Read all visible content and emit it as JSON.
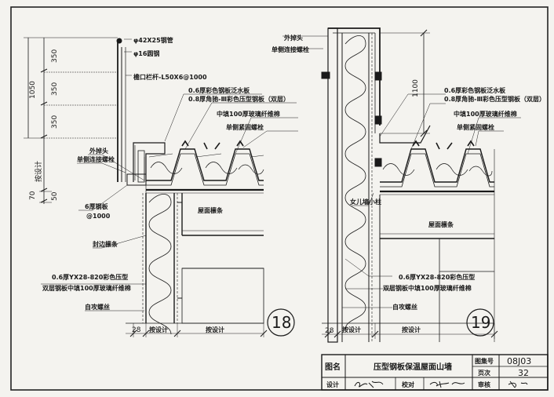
{
  "drawing18": {
    "callouts": {
      "pipe": "φ42X25钢管",
      "round_steel": "φ16圆钢",
      "railing": "檐口栏杆-L50X6@1000",
      "flashing": "0.6厚彩色钢板泛水板",
      "panel": "0.8厚角驰-Ⅲ彩色压型钢板（双层）",
      "fill": "中填100厚玻璃纤维棉",
      "bolt": "单侧紧固螺栓",
      "head": "外掉头",
      "conn_bolt": "单侧连接螺栓",
      "plate_a": "6厚钢板",
      "plate_b": "@1000",
      "purlin": "屋面檩条",
      "edge": "封边檩条",
      "wall_a": "0.6厚YX28-820彩色压型",
      "wall_b": "双层钢板中填100厚玻璃纤维棉",
      "screw": "自攻螺丝"
    },
    "dims_vertical": [
      "350",
      "350",
      "350",
      "1050",
      "按设计",
      "70",
      "50"
    ],
    "dims_bottom": [
      "28",
      "按设计",
      "按设计"
    ],
    "number": "18"
  },
  "drawing19": {
    "callouts": {
      "head": "外掉头",
      "conn_bolt": "单侧连接螺栓",
      "flashing": "0.6厚彩色钢板泛水板",
      "panel": "0.8厚角驰-Ⅲ彩色压型钢板（双层）",
      "fill": "中填100厚玻璃纤维棉",
      "bolt": "单侧紧固螺栓",
      "column": "女儿墙小柱",
      "purlin": "屋面檩条",
      "wall_a": "0.6厚YX28-820彩色压型",
      "wall_b": "双层钢板中填100厚玻璃纤维棉",
      "screw": "自攻螺丝"
    },
    "dim_vertical": "1100",
    "dims_bottom": [
      "28",
      "按设计",
      "按设计"
    ],
    "number": "19"
  },
  "title_block": {
    "name_label": "图名",
    "name_value": "压型钢板保温屋面山墙",
    "atlas_label": "图集号",
    "atlas_value": "08J03",
    "page_label": "页次",
    "page_value": "32",
    "design_label": "设计",
    "check_label": "校对",
    "review_label": "审核"
  }
}
